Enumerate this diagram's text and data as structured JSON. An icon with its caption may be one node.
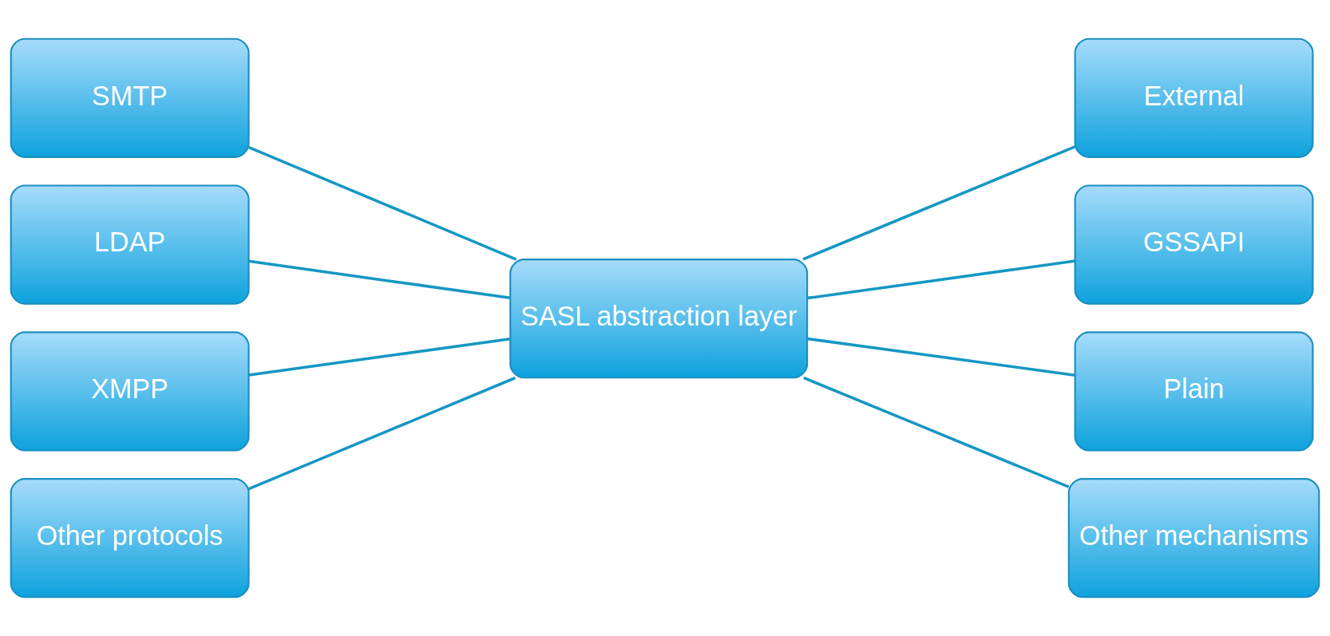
{
  "diagram": {
    "nodes": [
      {
        "text": [
          "SMTP"
        ]
      },
      {
        "text": [
          "LDAP"
        ]
      },
      {
        "text": [
          "XMPP"
        ]
      },
      {
        "text": [
          "Other protocols"
        ]
      },
      {
        "text": [
          "SASL abstraction layer"
        ]
      },
      {
        "text": [
          "External"
        ]
      },
      {
        "text": [
          "GSSAPI"
        ]
      },
      {
        "text": [
          "Plain"
        ]
      },
      {
        "text": [
          "Other mechanisms"
        ]
      }
    ],
    "edges": [
      {
        "from": 0,
        "to": 4,
        "arrow": "none"
      },
      {
        "from": 1,
        "to": 4,
        "arrow": "none"
      },
      {
        "from": 2,
        "to": 4,
        "arrow": "none"
      },
      {
        "from": 3,
        "to": 4,
        "arrow": "none"
      },
      {
        "from": 4,
        "to": 5,
        "arrow": "none"
      },
      {
        "from": 4,
        "to": 6,
        "arrow": "none"
      },
      {
        "from": 4,
        "to": 7,
        "arrow": "none"
      },
      {
        "from": 4,
        "to": 8,
        "arrow": "none"
      }
    ]
  }
}
